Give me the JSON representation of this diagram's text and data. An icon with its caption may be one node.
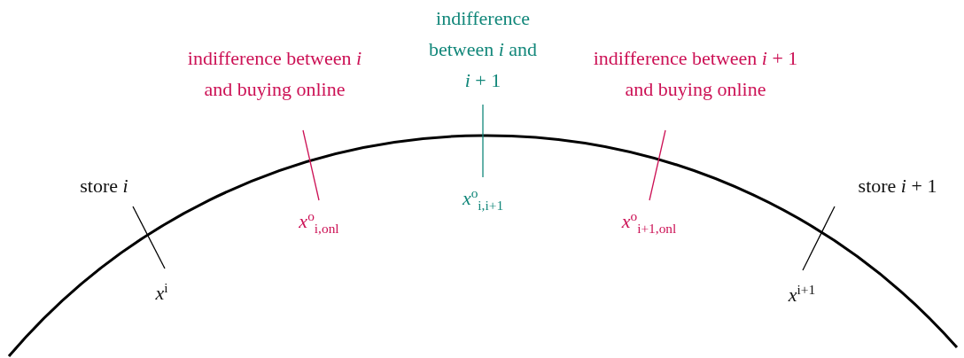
{
  "diagram": {
    "nodes": [
      {
        "text": [
          "store *i*"
        ]
      },
      {
        "text": [
          "*x*$^{i}$"
        ]
      },
      {
        "text": [
          "indifference between *i* and buying online"
        ]
      },
      {
        "text": [
          "*x*$^{o}$$_{i,onl}$"
        ]
      },
      {
        "text": [
          "indifference between *i* and *i* + 1"
        ]
      },
      {
        "text": [
          "*x*$^{o}$$_{i,i+1}$"
        ]
      },
      {
        "text": [
          "indifference between *i* + 1 and buying online"
        ]
      },
      {
        "text": [
          "*x*$^{o}$$_{i+1,onl}$"
        ]
      },
      {
        "text": [
          "store *i* + 1"
        ]
      },
      {
        "text": [
          "*x*$^{i+1}$"
        ]
      }
    ],
    "edges": [
      {
        "from": 0,
        "to": 1,
        "arrow": "none"
      },
      {
        "from": 2,
        "to": 3,
        "arrow": "none",
        "color": "#cc1155"
      },
      {
        "from": 4,
        "to": 5,
        "arrow": "none",
        "color": "#12877a"
      },
      {
        "from": 6,
        "to": 7,
        "arrow": "none",
        "color": "#cc1155"
      },
      {
        "from": 8,
        "to": 9,
        "arrow": "none"
      }
    ]
  }
}
